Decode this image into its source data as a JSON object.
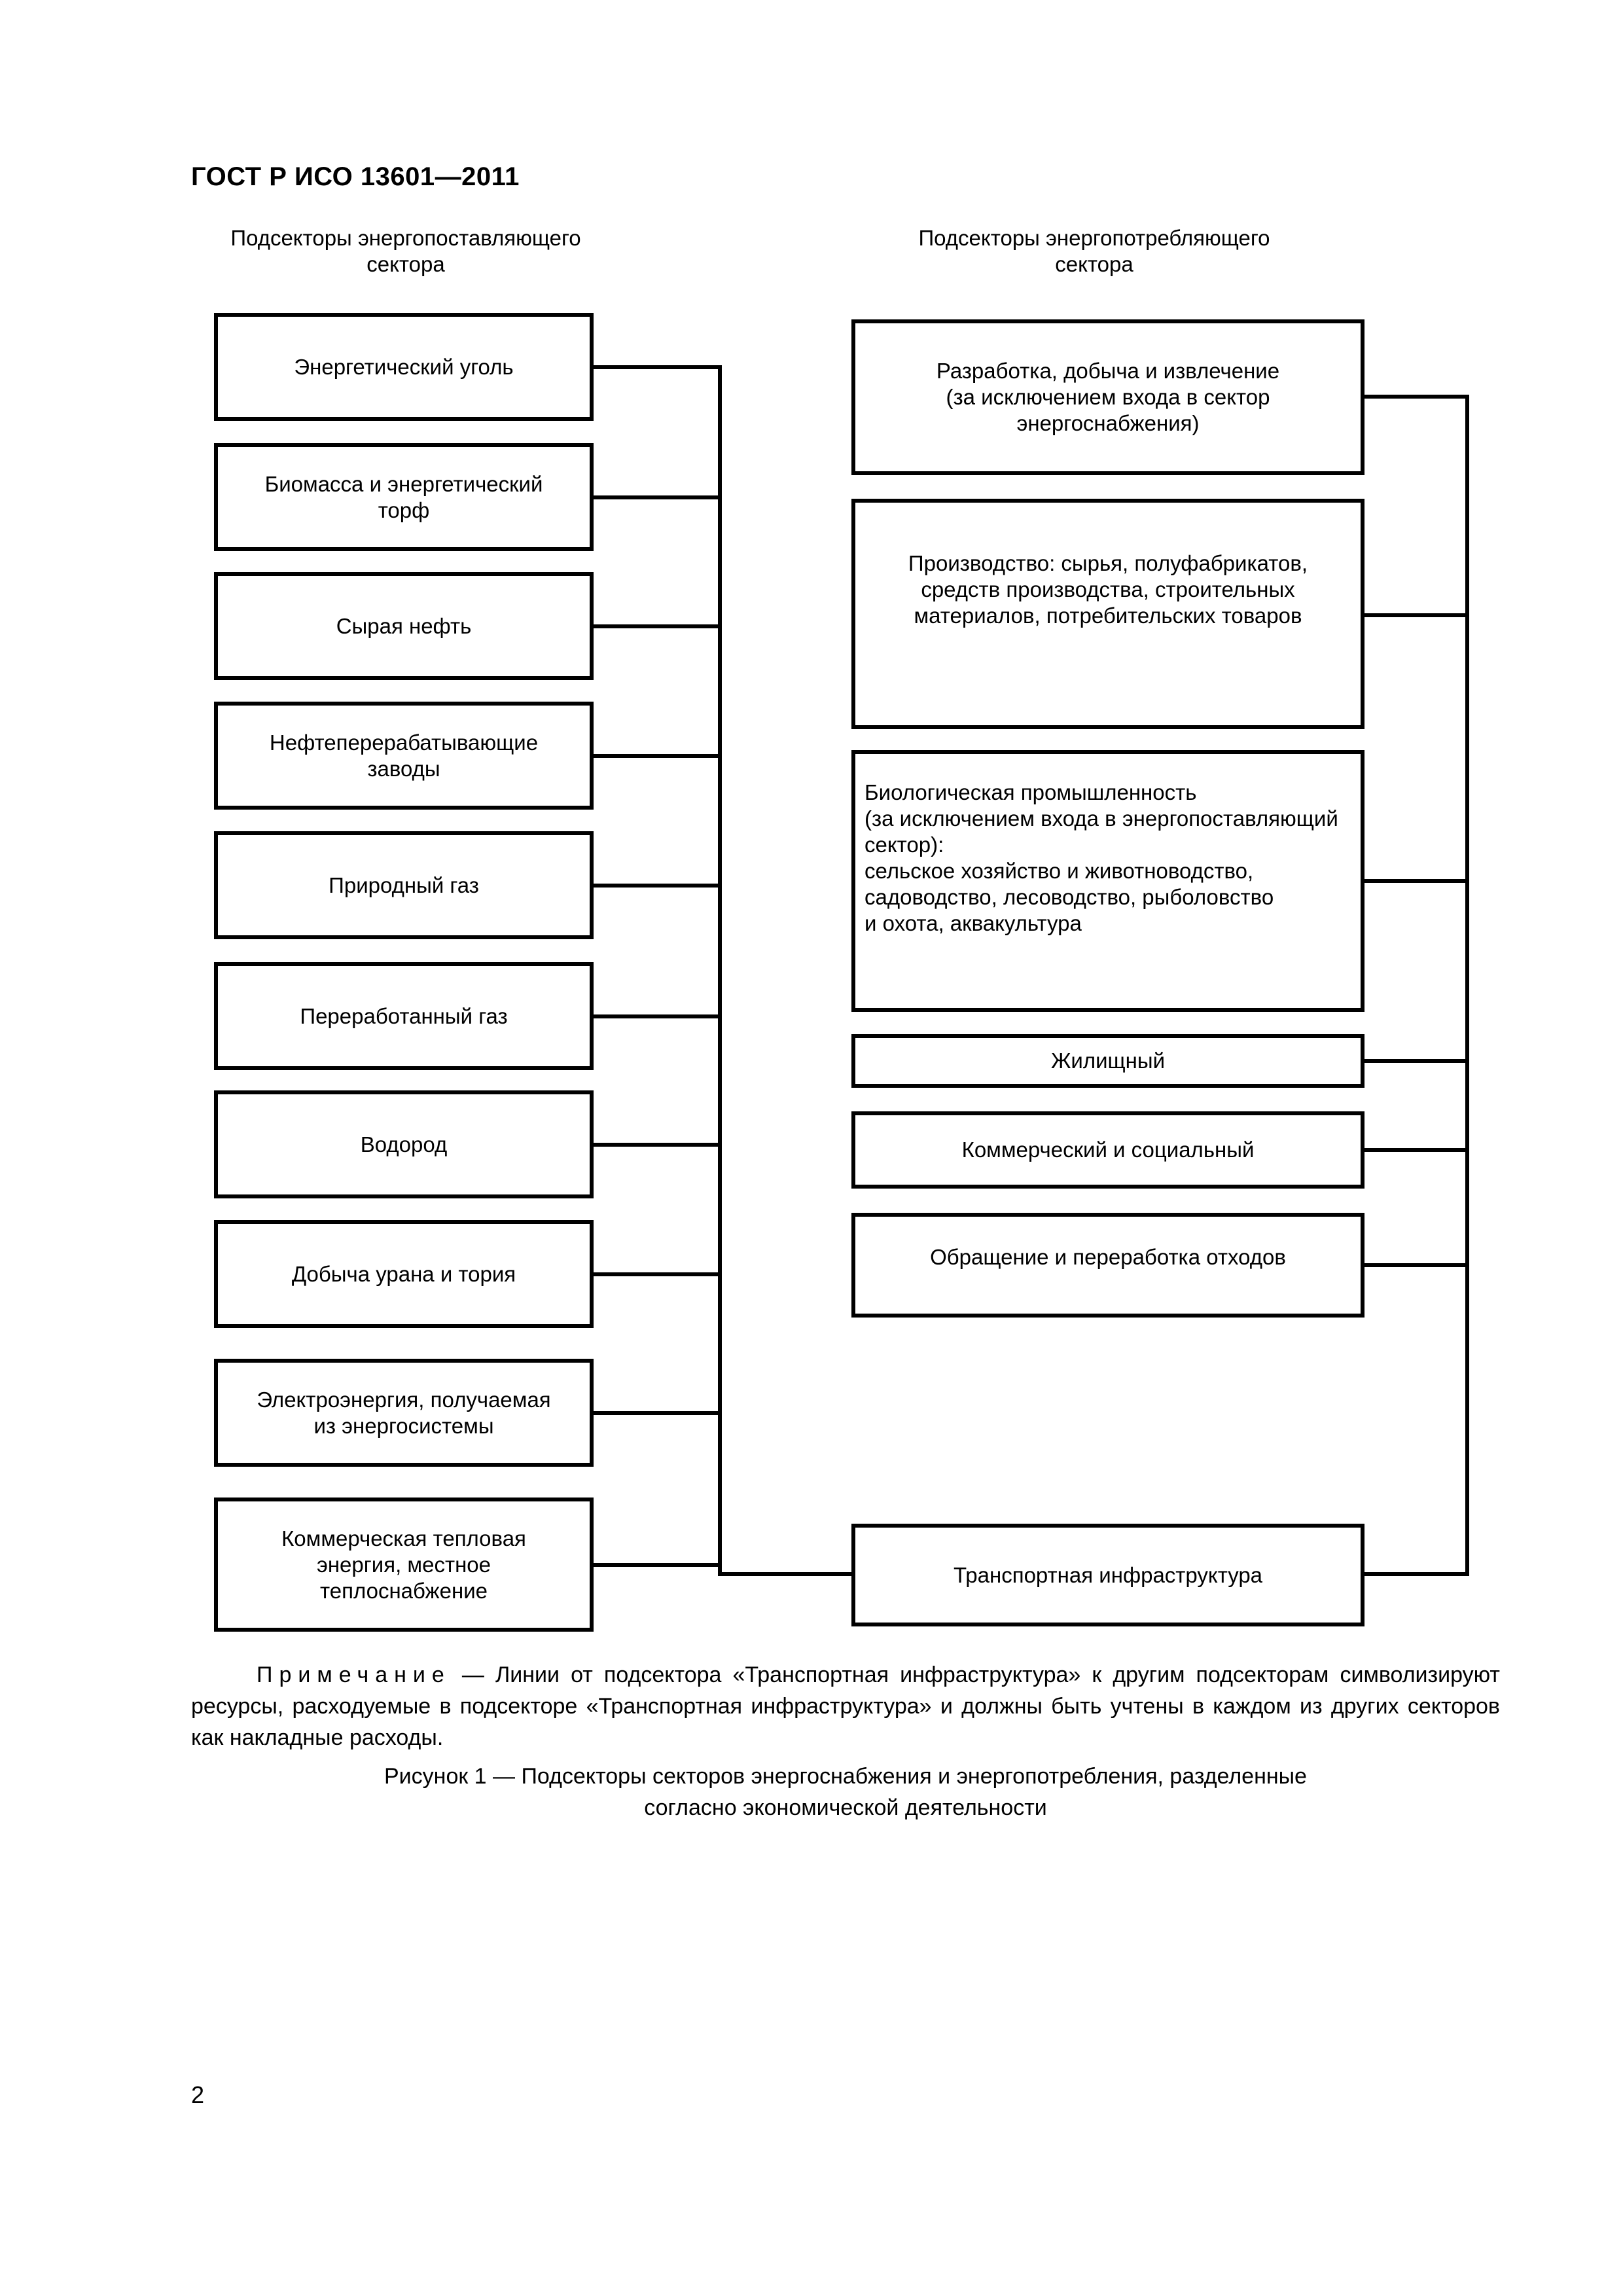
{
  "header": {
    "title": "ГОСТ Р ИСО 13601—2011"
  },
  "figure": {
    "left_heading_line1": "Подсекторы энергопоставляющего",
    "left_heading_line2": "сектора",
    "right_heading_line1": "Подсекторы энергопотребляющего",
    "right_heading_line2": "сектора",
    "supply": [
      {
        "lines": [
          "Энергетический уголь"
        ]
      },
      {
        "lines": [
          "Биомасса и энергетический",
          "торф"
        ]
      },
      {
        "lines": [
          "Сырая нефть"
        ]
      },
      {
        "lines": [
          "Нефтеперерабатывающие",
          "заводы"
        ]
      },
      {
        "lines": [
          "Природный газ"
        ]
      },
      {
        "lines": [
          "Переработанный газ"
        ]
      },
      {
        "lines": [
          "Водород"
        ]
      },
      {
        "lines": [
          "Добыча урана и тория"
        ]
      },
      {
        "lines": [
          "Электроэнергия, получаемая",
          "из энергосистемы"
        ]
      },
      {
        "lines": [
          "Коммерческая тепловая",
          "энергия, местное",
          "теплоснабжение"
        ]
      }
    ],
    "demand": [
      {
        "lines": [
          "Разработка, добыча и извлечение",
          "(за исключением входа в сектор",
          "энергоснабжения)"
        ]
      },
      {
        "lines": [
          "Производство: сырья, полуфабрикатов,",
          "средств производства, строительных",
          "материалов, потребительских товаров"
        ]
      },
      {
        "lines": [
          "Биологическая промышленность",
          "(за исключением входа в энергопоставляющий",
          "сектор):",
          "сельское хозяйство и животноводство,",
          "садоводство, лесоводство, рыболовство",
          "и охота, аквакультура"
        ]
      },
      {
        "lines": [
          "Жилищный"
        ]
      },
      {
        "lines": [
          "Коммерческий и социальный"
        ]
      },
      {
        "lines": [
          "Обращение и переработка отходов"
        ]
      },
      {
        "lines": [
          "Транспортная инфраструктура"
        ]
      }
    ]
  },
  "note": {
    "label": "Примечание",
    "text": " — Линии от подсектора «Транспортная инфраструктура» к другим подсекторам символизируют ресурсы, расходуемые в подсекторе «Транспортная инфраструктура» и должны быть учтены в каждом из других секторов как накладные расходы."
  },
  "caption": {
    "line1": "Рисунок 1 — Подсекторы секторов энергоснабжения и энергопотребления, разделенные",
    "line2": "согласно экономической деятельности"
  },
  "page_number": "2"
}
